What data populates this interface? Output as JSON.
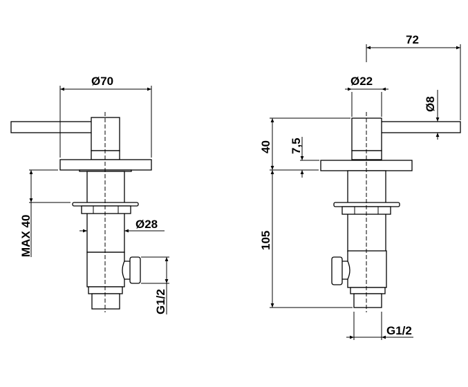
{
  "drawing": {
    "left_view": {
      "dimensions": {
        "handle_plate_diameter": "Ø70",
        "max_deck_thickness": "MAX  40",
        "shank_diameter": "Ø28",
        "inlet_thread_side": "G1/2"
      }
    },
    "right_view": {
      "dimensions": {
        "lever_reach": "72",
        "body_diameter": "Ø22",
        "lever_diameter": "Ø8",
        "height_above_deck": "40",
        "plate_thickness": "7,5",
        "length_below_deck": "105",
        "inlet_thread_bottom": "G1/2"
      }
    }
  }
}
